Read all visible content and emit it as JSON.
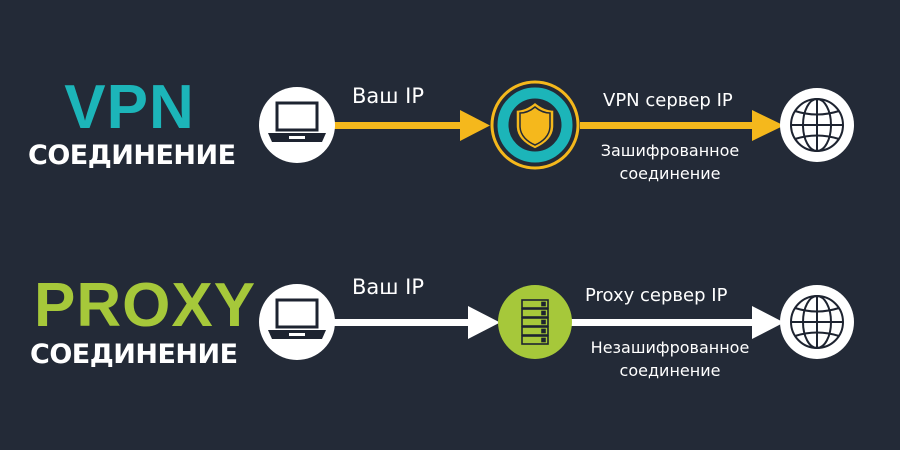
{
  "vpn": {
    "title": "VPN",
    "subtitle": "СОЕДИНЕНИЕ",
    "label_left": "Ваш IP",
    "label_right": "VPN сервер IP",
    "note_line1": "Зашифрованное",
    "note_line2": "соединение",
    "title_color": "#1cb5b9",
    "line_color": "#f5b81c",
    "ring_color": "#1cb5b9"
  },
  "proxy": {
    "title": "PROXY",
    "subtitle": "СОЕДИНЕНИЕ",
    "label_left": "Ваш IP",
    "label_right": "Proxy сервер IP",
    "note_line1": "Незашифрованное",
    "note_line2": "соединение",
    "title_color": "#a6c83a",
    "line_color": "#ffffff",
    "node_color": "#a6c83a"
  },
  "icons": {
    "client": "laptop-icon",
    "vpn_node": "shield-icon",
    "proxy_node": "server-icon",
    "destination": "globe-icon"
  }
}
